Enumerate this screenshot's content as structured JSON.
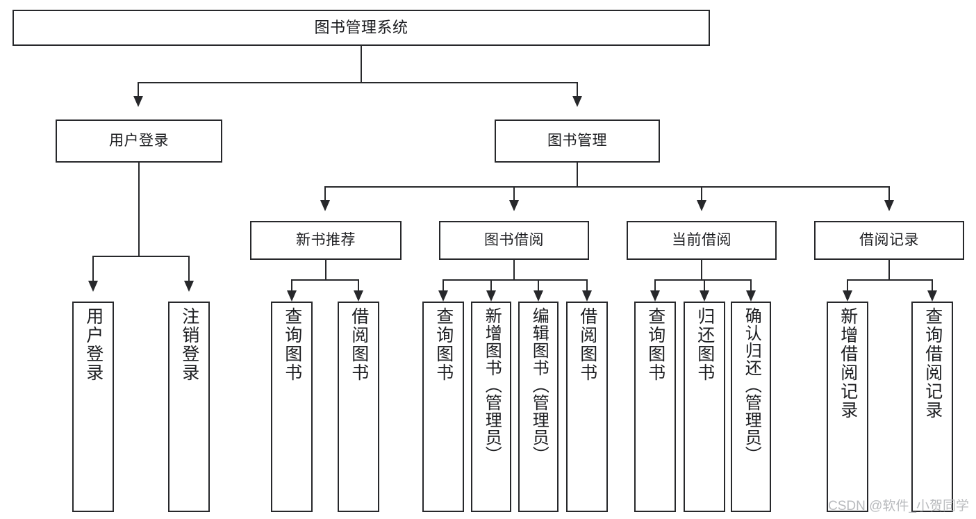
{
  "diagram": {
    "type": "tree",
    "title": "图书管理系统",
    "orientation": "top-down",
    "levels": 4,
    "root": {
      "label": "图书管理系统"
    },
    "level2": [
      {
        "label": "用户登录"
      },
      {
        "label": "图书管理"
      }
    ],
    "level3": [
      {
        "label": "新书推荐"
      },
      {
        "label": "图书借阅"
      },
      {
        "label": "当前借阅"
      },
      {
        "label": "借阅记录"
      }
    ],
    "leaves": {
      "user_login": [
        {
          "label": "用户登录"
        },
        {
          "label": "注销登录"
        }
      ],
      "new_book_recommend": [
        {
          "label": "查询图书"
        },
        {
          "label": "借阅图书"
        }
      ],
      "book_borrow": [
        {
          "label": "查询图书"
        },
        {
          "label": "新增图书（管理员）"
        },
        {
          "label": "编辑图书（管理员）"
        },
        {
          "label": "借阅图书"
        }
      ],
      "current_borrow": [
        {
          "label": "查询图书"
        },
        {
          "label": "归还图书"
        },
        {
          "label": "确认归还（管理员）"
        }
      ],
      "borrow_record": [
        {
          "label": "新增借阅记录"
        },
        {
          "label": "查询借阅记录"
        }
      ]
    }
  },
  "watermark": {
    "text": "CSDN @软件_小贺同学",
    "color": "#b9bbbe"
  },
  "colors": {
    "stroke": "#27282b",
    "fill": "#ffffff",
    "text": "#1c1d20"
  }
}
